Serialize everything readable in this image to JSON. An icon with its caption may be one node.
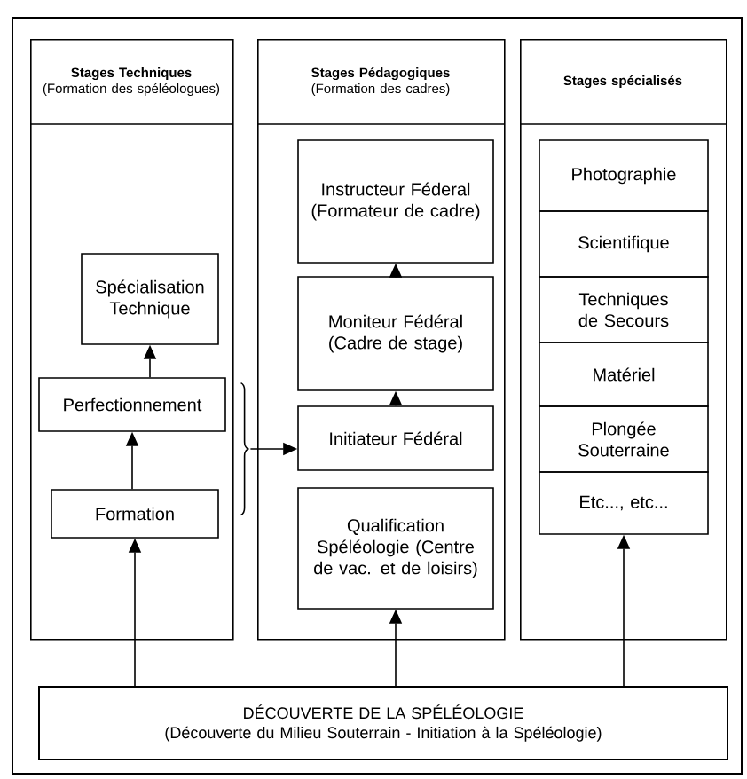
{
  "diagram": {
    "nodes": [
      {
        "text": [
          "Stages Techniques",
          "(Formation des spéléologues)"
        ]
      },
      {
        "text": [
          "Spécialisation Technique"
        ],
        "in": 0
      },
      {
        "text": [
          "Perfectionnement"
        ],
        "in": 0
      },
      {
        "text": [
          "Formation"
        ],
        "in": 0
      },
      {
        "text": [],
        "shape": "bracket"
      },
      {
        "text": [
          "Stages Pédagogiques",
          "(Formation des cadres)"
        ]
      },
      {
        "text": [
          "Instructeur Féderal (Formateur de cadre)"
        ],
        "in": 5
      },
      {
        "text": [
          "Moniteur Fédéral (Cadre de stage)"
        ],
        "in": 5
      },
      {
        "text": [
          "Initiateur Fédéral"
        ],
        "in": 5
      },
      {
        "text": [
          "Qualification Spéléologie (Centre de vac. et de loisirs)"
        ],
        "in": 5
      },
      {
        "text": [
          "Stages spécialisés"
        ]
      },
      {
        "text": [
          "Photographie"
        ],
        "in": 10
      },
      {
        "text": [
          "Scientifique"
        ],
        "in": 10
      },
      {
        "text": [
          "Techniques de Secours"
        ],
        "in": 10
      },
      {
        "text": [
          "Matériel"
        ],
        "in": 10
      },
      {
        "text": [
          "Plongée Souterraine"
        ],
        "in": 10
      },
      {
        "text": [
          "Etc..., etc..."
        ],
        "in": 10
      },
      {
        "text": [
          "DÉCOUVERTE DE LA SPÉLÉOLOGIE",
          "(Découverte du Milieu Souterrain - Initiation à la Spéléologie)"
        ]
      }
    ],
    "edges": [
      {
        "from": 3,
        "to": 2,
        "arrow": "to"
      },
      {
        "from": 2,
        "to": 1,
        "arrow": "to"
      },
      {
        "from": 8,
        "to": 7,
        "arrow": "to"
      },
      {
        "from": 7,
        "to": 6,
        "arrow": "to"
      },
      {
        "from": 4,
        "to": 8,
        "arrow": "to"
      },
      {
        "from": 17,
        "to": 3,
        "arrow": "to"
      },
      {
        "from": 17,
        "to": 9,
        "arrow": "to"
      },
      {
        "from": 17,
        "to": 16,
        "arrow": "to"
      }
    ]
  }
}
